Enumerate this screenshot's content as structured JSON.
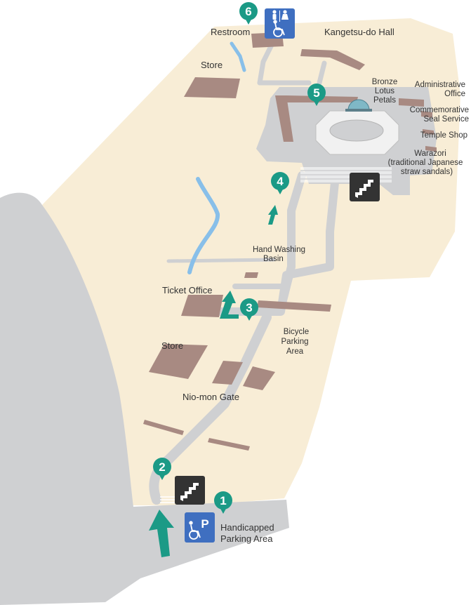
{
  "colors": {
    "ground": "#f8edd6",
    "path": "#cfd0d2",
    "building": "#a88a82",
    "water": "#88bfe9",
    "marker": "#1b9a86",
    "accessible_sign": "#3f6fc0",
    "stairs_sign": "#333333",
    "text": "#333333"
  },
  "places": {
    "restroom": "Restroom",
    "kangetsu_do_hall": "Kangetsu-do Hall",
    "store_north": "Store",
    "bronze_lotus_petals": [
      "Bronze",
      "Lotus",
      "Petals"
    ],
    "administrative_office": [
      "Administrative",
      "Office"
    ],
    "commemorative_seal_service": [
      "Commemorative",
      "Seal Service"
    ],
    "temple_shop": "Temple Shop",
    "warazori": [
      "Warazori",
      "(traditional Japanese",
      "straw sandals)"
    ],
    "hand_washing_basin": [
      "Hand Washing",
      "Basin"
    ],
    "ticket_office": "Ticket Office",
    "bicycle_parking_area": [
      "Bicycle",
      "Parking",
      "Area"
    ],
    "store_south": "Store",
    "nio_mon_gate": "Nio-mon Gate",
    "handicapped_parking_area": [
      "Handicapped",
      "Parking Area"
    ]
  },
  "markers": [
    "1",
    "2",
    "3",
    "4",
    "5",
    "6"
  ],
  "icons": {
    "parking_letter": "P",
    "restroom_icon": "restroom-icon",
    "wheelchair_icon": "wheelchair-icon",
    "stairs_icon": "stairs-icon",
    "arrow_icon": "route-arrow-icon",
    "fountain_icon": "lotus-basin-icon"
  }
}
